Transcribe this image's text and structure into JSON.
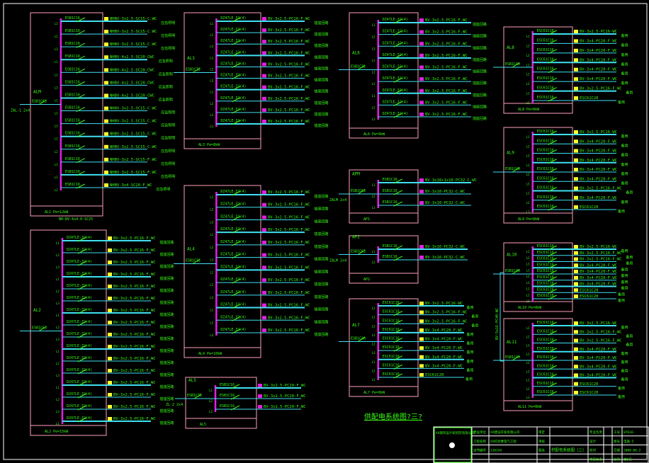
{
  "drawing": {
    "caption": "供配电系统图?三?",
    "colors": {
      "bg": "#000000",
      "frame": "#ffffff",
      "box": "#ff9fb8",
      "bus": "#e020e0",
      "line": "#40e0f0",
      "text": "#39ff14",
      "tag": "#ffff30"
    },
    "riser_label": "BV-5x16-PC40-WC"
  },
  "panels": [
    {
      "name": "ALM",
      "incoming": "ESB1C63",
      "feeder": "ZAL-1  2x4",
      "title": "AL1 Pe=12kW",
      "breaker": "ESB1C16",
      "tags": [
        "L1",
        "L2",
        "L3"
      ],
      "cables": [
        "NHBV-3x2.5-SC15-C.WC",
        "NHBV-3x2.5-SC15-C.WC",
        "NHBV-3x2.5-SC15-C.WC",
        "NHBV-4x2.5-SC20-CWC",
        "NHBV-4x2.5-SC20-CWC",
        "NHBV-4x2.5-SC20-CWC",
        "NHBV-4x2.5-SC20-CWC",
        "NHBV-3x2.5-SC15-C.WC",
        "NHBV-3x2.5-SC15-C.WC",
        "NHBV-3x2.5-SC15-C.WC",
        "NHBV-3x2.5-SC15-C.WC",
        "NHBV-3x2.5-SC15-F.WC",
        "NHBV-3x2.5-SC15-F.WC",
        "NHBV-3x4-SC20-F.WC"
      ],
      "note": "应急照明",
      "extra": "NH-BV-4x4.0-SC25"
    },
    {
      "name": "AL2",
      "incoming": "ESB1C63",
      "feeder": "",
      "title": "AL2 Pe=15kW",
      "breaker": "DZ47LE-32(4)",
      "tags": [
        "L1",
        "L2",
        "L3"
      ],
      "cables": [
        "BV-3x2.5-PC16-F.WC",
        "BV-3x2.5-PC16-F.WC",
        "BV-3x2.5-PC16-F.WC",
        "BV-3x2.5-PC16-F.WC",
        "BV-3x2.5-PC16-F.WC",
        "BV-3x2.5-PC16-F.WC",
        "BV-3x2.5-PC16-F.WC",
        "BV-3x2.5-PC16-F.WC",
        "BV-3x2.5-PC16-F.WC",
        "BV-3x2.5-PC16-F.WC",
        "BV-3x2.5-PC16-F.WC",
        "BV-3x2.5-PC16-F.WC",
        "BV-3x2.5-PC16-F.WC",
        "BV-3x2.5-PC16-F.WC",
        "BV-3x2.5-PC16-F.WC",
        "BV-3x2.5-PC16-F.WC"
      ],
      "note": "插座回路",
      "extra": ""
    },
    {
      "name": "AL3",
      "incoming": "ESB1C32",
      "feeder": "",
      "title": "AL3 Pe=8kW",
      "breaker": "DZ47LE-32(4)",
      "tags": [
        "L1",
        "L2",
        "L3"
      ],
      "cables": [
        "BV-3x2.5-PC16-F.WC",
        "BV-3x2.5-PC16-F.WC",
        "BV-3x2.5-PC16-F.WC",
        "BV-3x2.5-PC16-F.WC",
        "BV-3x2.5-PC16-F.WC",
        "BV-3x2.5-PC16-F.WC",
        "BV-3x2.5-PC16-F.WC",
        "BV-3x2.5-PC16-F.WC",
        "BV-3x2.5-PC16-F.WC",
        "BV-3x2.5-PC16-F.WC"
      ],
      "note": "插座回路",
      "extra": ""
    },
    {
      "name": "AL4",
      "incoming": "ESB1C32",
      "feeder": "",
      "title": "AL4 Pe=10kW",
      "breaker": "DZ47LE-32(4)",
      "tags": [
        "L1",
        "L2",
        "L3"
      ],
      "cables": [
        "BV-3x2.5-PC16-F.WC",
        "BV-3x2.5-PC16-F.WC",
        "BV-3x2.5-PC16-F.WC",
        "BV-3x2.5-PC16-F.WC",
        "BV-3x2.5-PC16-F.WC",
        "BV-3x2.5-PC16-F.WC",
        "BV-3x2.5-PC16-F.WC",
        "BV-3x2.5-PC16-F.WC",
        "BV-3x2.5-PC16-F.WC",
        "BV-3x2.5-PC16-F.WC",
        "BV-3x2.5-PC16-F.WC",
        "BV-3x2.5-PC16-F.WC"
      ],
      "note": "插座回路",
      "extra": ""
    },
    {
      "name": "AL5",
      "incoming": "ESB1C32",
      "feeder": "ZL-2  2x4",
      "title": "AL5",
      "breaker": "ESB1C16",
      "tags": [
        "L1",
        "L2",
        "L3"
      ],
      "cables": [
        "BV-3x2.5-PC20-F.WC",
        "BV-3x2.5-PC20-F.WC",
        "BV-3x2.5-PC20-F.WC"
      ],
      "note": "",
      "extra": ""
    },
    {
      "name": "AL6",
      "incoming": "ESB1C32",
      "feeder": "",
      "title": "AL6 Pe=9kW",
      "breaker": "DZ47LE-32(4)",
      "tags": [
        "L1",
        "L2",
        "L3"
      ],
      "cables": [
        "BV-3x2.5-PC16-F.WC",
        "BV-3x2.5-PC16-F.WC",
        "BV-3x2.5-PC16-F.WC",
        "BV-3x2.5-PC16-F.WC",
        "BV-3x2.5-PC16-F.WC",
        "BV-3x2.5-PC16-F.WC",
        "BV-3x2.5-PC16-F.WC",
        "BV-3x2.5-PC16-F.WC",
        "BV-3x2.5-PC16-F.WC"
      ],
      "note": "插座回路",
      "extra": ""
    },
    {
      "name": "APM",
      "incoming": "ESB1C63",
      "feeder": "ZALM  2x4",
      "title": "AP1",
      "breaker": "ESB1C16",
      "tags": [
        "L1",
        "L2",
        "L3"
      ],
      "cables": [
        "BV-3x16+1x10-PC32-C.WC",
        "BV-3x10-PC32-C.WC",
        "BV-3x10-PC32-C.WC"
      ],
      "note": "",
      "extra": ""
    },
    {
      "name": "AP2",
      "incoming": "ESB1C63",
      "feeder": "ZALM  2x4",
      "title": "AP2",
      "breaker": "ESB1C16",
      "tags": [
        "L1",
        "L2"
      ],
      "cables": [
        "BV-3x16-PC32-C.WC",
        "BV-3x16-PC32-C.WC"
      ],
      "note": "",
      "extra": ""
    },
    {
      "name": "AL7",
      "incoming": "ESB1C40",
      "feeder": "",
      "title": "AL7 Pe=8kW",
      "breaker": "ESC61C16",
      "tags": [
        "L1",
        "L2",
        "L3"
      ],
      "cables": [
        "BV-3x2.5-PC16-WC",
        "BV-3x2.5-PC16-F.WC",
        "BV-3x2.5-PC16-F.WC",
        "BV-3x4-PC20-F.WC",
        "BV-3x4-PC20-F.WC",
        "BV-3x4-PC20-F.WC",
        "BV-3x4-PC20-F.WC",
        "BV-3x4-PC20-F.WC",
        "ESC61C20"
      ],
      "note": "备用",
      "extra": ""
    },
    {
      "name": "AL8",
      "incoming": "ESB1C40",
      "feeder": "",
      "title": "AL8 Pe=8kW",
      "breaker": "ESC61C16",
      "tags": [
        "L1",
        "L2",
        "L3"
      ],
      "cables": [
        "BV-3x2.5-PC16-WC",
        "BV-3x4-PC20-F.WC",
        "BV-3x4-PC20-F.WC",
        "BV-3x4-PC20-F.WC",
        "BV-3x4-PC20-F.WC",
        "BV-3x4-PC20-F.WC",
        "BV-3x2.5-PC16-F.WC",
        "ESC61C20"
      ],
      "note": "备用",
      "extra": ""
    },
    {
      "name": "AL9",
      "incoming": "ESB1C40",
      "feeder": "",
      "title": "AL9 Pe=8kW",
      "breaker": "ESC61C16",
      "tags": [
        "L1",
        "L2",
        "L3"
      ],
      "cables": [
        "BV-3x2.5-PC16-WC",
        "BV-3x4-PC20-F.WC",
        "BV-3x4-PC20-F.WC",
        "BV-3x4-PC20-F.WC",
        "BV-3x4-PC20-F.WC",
        "BV-3x4-PC20-F.WC",
        "BV-3x2.5-PC16-F.WC",
        "BV-3x4-PC20-F.WC",
        "ESC61C20"
      ],
      "note": "备用",
      "extra": ""
    },
    {
      "name": "AL10",
      "incoming": "ESB1C40",
      "feeder": "",
      "title": "AL10 Pe=8kW",
      "breaker": "ESC61C16",
      "tags": [
        "L1",
        "L2",
        "L3"
      ],
      "cables": [
        "BV-3x2.5-PC16-WC",
        "BV-3x2.5-PC16-F.WC",
        "BV-3x2.5-PC16-F.WC",
        "BV-3x4-PC20-F.WC",
        "BV-3x4-PC20-F.WC",
        "BV-3x4-PC20-F.WC",
        "BV-3x4-PC20-F.WC",
        "ESC61C20",
        "ESC61C20"
      ],
      "note": "备用",
      "extra": ""
    },
    {
      "name": "AL11",
      "incoming": "ESB1C40",
      "feeder": "",
      "title": "AL11 Pe=8kW",
      "breaker": "ESC61C16",
      "tags": [
        "L1",
        "L2",
        "L3"
      ],
      "cables": [
        "BV-3x2.5-PC16-WC",
        "BV-3x2.5-PC16-F.WC",
        "BV-3x2.5-PC16-F.WC",
        "BV-3x4-PC20-F.WC",
        "BV-3x4-PC20-F.WC",
        "BV-3x4-PC20-F.WC",
        "BV-3x4-PC20-F.WC",
        "ESC61C20",
        "ESC61C20"
      ],
      "note": "备用",
      "extra": ""
    }
  ],
  "title_block": {
    "company": "XX建筑设计研究院有限公司",
    "rows": [
      [
        "建设单位",
        "XX建设开发有限公司",
        "审定",
        "",
        "专业负责",
        "",
        "工号",
        "07616-"
      ],
      [
        "工程名称",
        "XX综合楼电气工程",
        "审核",
        "",
        "设计",
        "",
        "图号",
        "电施-5"
      ],
      [
        "证书编号",
        "1161XX",
        "图名",
        "供配电系统图（三）",
        "校对",
        "",
        "日期",
        "2008.06.2"
      ],
      [
        "",
        "",
        "",
        "",
        "项目负责",
        "",
        "比例",
        "第5页"
      ]
    ]
  }
}
